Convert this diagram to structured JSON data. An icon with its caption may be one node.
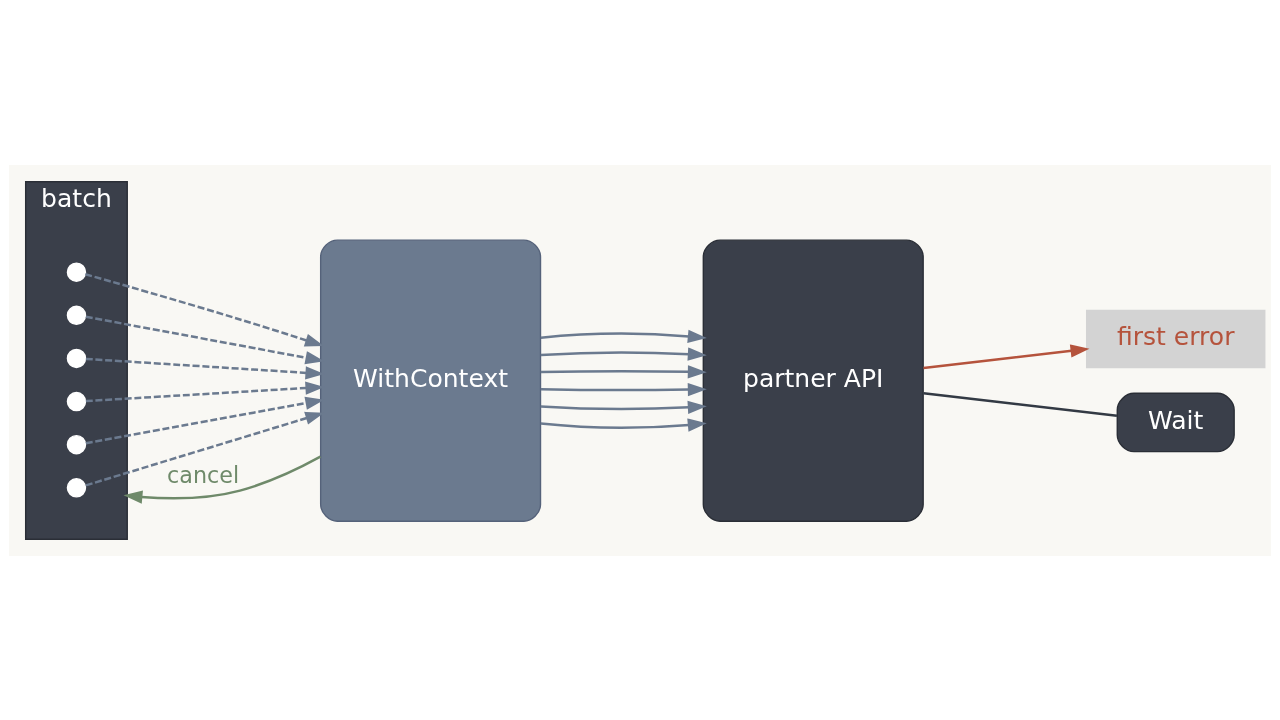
{
  "diagram": {
    "nodes": [
      {
        "text": [
          "batch"
        ]
      },
      {
        "text": [],
        "shape": "circle",
        "in": 0
      },
      {
        "text": [],
        "shape": "circle",
        "in": 0
      },
      {
        "text": [],
        "shape": "circle",
        "in": 0
      },
      {
        "text": [],
        "shape": "circle",
        "in": 0
      },
      {
        "text": [],
        "shape": "circle",
        "in": 0
      },
      {
        "text": [],
        "shape": "circle",
        "in": 0
      },
      {
        "text": [
          "WithContext"
        ]
      },
      {
        "text": [
          "partner API"
        ]
      },
      {
        "text": [
          "first error"
        ]
      },
      {
        "text": [
          "Wait"
        ]
      }
    ],
    "edges": [
      {
        "from": 1,
        "to": 7,
        "arrow": "to",
        "style": "dashed"
      },
      {
        "from": 2,
        "to": 7,
        "arrow": "to",
        "style": "dashed"
      },
      {
        "from": 3,
        "to": 7,
        "arrow": "to",
        "style": "dashed"
      },
      {
        "from": 4,
        "to": 7,
        "arrow": "to",
        "style": "dashed"
      },
      {
        "from": 5,
        "to": 7,
        "arrow": "to",
        "style": "dashed"
      },
      {
        "from": 6,
        "to": 7,
        "arrow": "to",
        "style": "dashed"
      },
      {
        "from": 7,
        "to": 8,
        "arrow": "to"
      },
      {
        "from": 7,
        "to": 8,
        "arrow": "to"
      },
      {
        "from": 7,
        "to": 8,
        "arrow": "to"
      },
      {
        "from": 7,
        "to": 8,
        "arrow": "to"
      },
      {
        "from": 7,
        "to": 8,
        "arrow": "to"
      },
      {
        "from": 7,
        "to": 8,
        "arrow": "to"
      },
      {
        "from": 8,
        "to": 9,
        "arrow": "to",
        "color": "#b5533c"
      },
      {
        "from": 8,
        "to": 10,
        "arrow": "none",
        "color": "#333a44"
      },
      {
        "from": 7,
        "to": 0,
        "arrow": "to",
        "label": "cancel",
        "color": "#6f8a6a"
      }
    ]
  }
}
